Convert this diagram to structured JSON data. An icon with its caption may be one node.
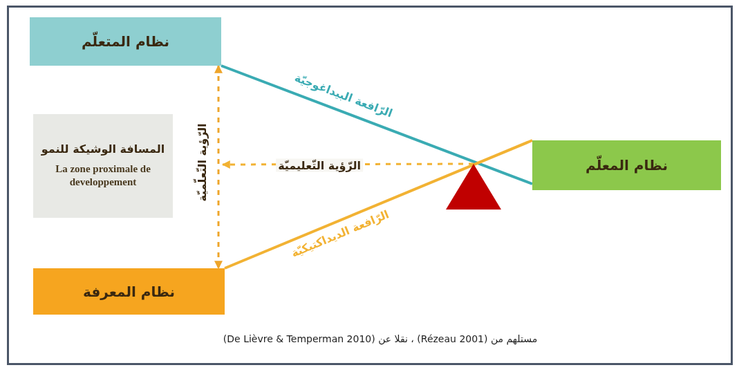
{
  "diagram": {
    "caption": "مستلهم من (Rézeau 2001) ، نقلا عن (De Lièvre & Temperman 2010)",
    "nodes": [
      {
        "text": [
          "نظام المتعلّم"
        ]
      },
      {
        "text": [
          "المسافة الوشيكة للنمو",
          "La zone proximale de developpement"
        ]
      },
      {
        "text": [
          "نظام المعرفة"
        ]
      },
      {
        "text": [
          "نظام المعلّم"
        ]
      },
      {
        "text": [],
        "shape": "triangle"
      }
    ],
    "edges": [
      {
        "from": 0,
        "to": 3,
        "arrow": "none",
        "label": "الرّافعة البيداغوجيّة",
        "color": "#3aabb3"
      },
      {
        "from": 2,
        "to": 3,
        "arrow": "none",
        "label": "الرّافعة الديداكتيكيّة",
        "color": "#f2b233"
      },
      {
        "from": 0,
        "to": 2,
        "arrow": "both",
        "label": "الرّؤية التّعلّميّة",
        "style": "dashed",
        "color": "#eea52a"
      },
      {
        "from": 4,
        "to": null,
        "arrow": "to",
        "label": "الرّؤية التّعليميّة",
        "style": "dashed",
        "color": "#f2b233"
      }
    ]
  }
}
